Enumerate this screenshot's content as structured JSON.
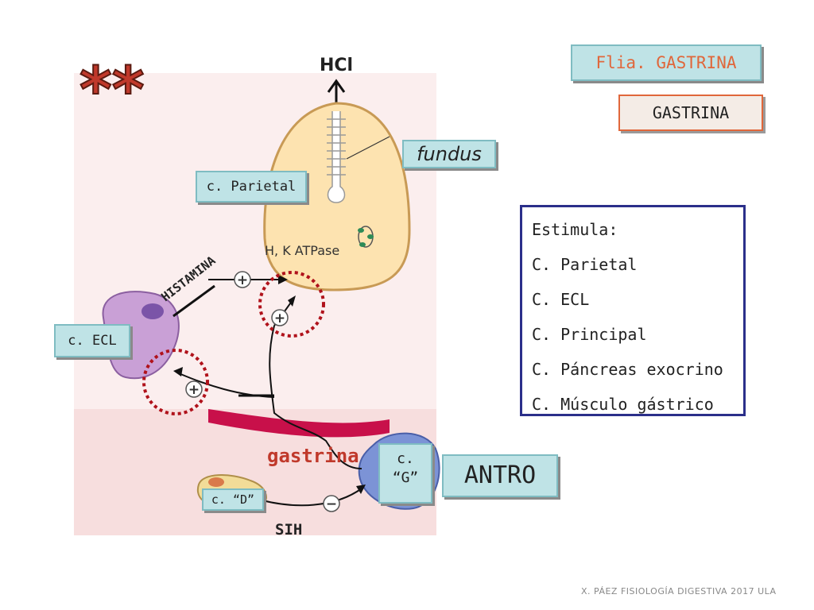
{
  "labels": {
    "hcl": "HCl",
    "fundus": "fundus",
    "parietal_cell": "c. Parietal",
    "atpase": "H, K ATPase",
    "histamina": "HISTAMINA",
    "ecl_cell": "c. ECL",
    "gastrina": "gastrina",
    "g_cell": [
      "c.",
      "“G”"
    ],
    "d_cell": "c. “D”",
    "sih": "SIH",
    "antro": "ANTRO",
    "plus": "+",
    "minus": "−"
  },
  "family_box": "Flia. GASTRINA",
  "hormone_box": "GASTRINA",
  "stimulates": {
    "title": "Estimula:",
    "items": [
      "C. Parietal",
      "C. ECL",
      "C. Principal",
      "C. Páncreas exocrino",
      "C. Músculo gástrico"
    ]
  },
  "footer": "X. PÁEZ   FISIOLOGÍA DIGESTIVA 2017  ULA",
  "colors": {
    "panel_bg": "#fbeeee",
    "parietal_fill": "#fde3b0",
    "ecl_fill": "#c9a0d6",
    "g_cell_fill": "#7c93d6",
    "d_cell_fill": "#f2dc98",
    "accent_red": "#c0392b",
    "family_text": "#e0673b",
    "box_border": "#2b2f8a"
  }
}
